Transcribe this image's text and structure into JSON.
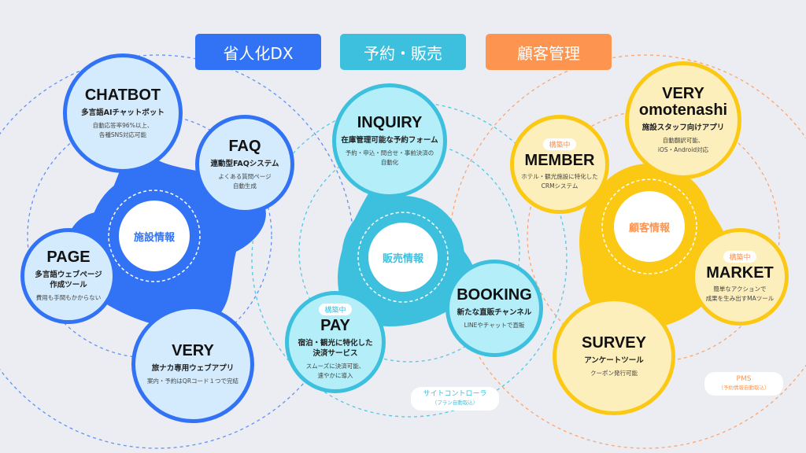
{
  "colors": {
    "blue": "#3273f6",
    "blue_light": "#d3ebfd",
    "cyan": "#3cc0de",
    "cyan_light": "#b3eef9",
    "yellow": "#fbc914",
    "yellow_light": "#fdefbc",
    "orange": "#fd9450",
    "background": "#ecedf3"
  },
  "headers": [
    {
      "label": "省人化DX"
    },
    {
      "label": "予約・販売"
    },
    {
      "label": "顧客管理"
    }
  ],
  "clusters": [
    {
      "hub_label": "施設情報",
      "nodes": [
        {
          "title": "CHATBOT",
          "subtitle": "多言語AIチャットボット",
          "description": "自動応答率96%以上、\n各種SNS対応可能",
          "badge": null
        },
        {
          "title": "FAQ",
          "subtitle": "連動型FAQシステム",
          "description": "よくある質問ページ\n自動生成",
          "badge": null
        },
        {
          "title": "PAGE",
          "subtitle": "多言語ウェブページ\n作成ツール",
          "description": "費用も手間もかからない",
          "badge": null
        },
        {
          "title": "VERY",
          "subtitle": "旅ナカ専用ウェブアプリ",
          "description": "案内・予約はQRコード１つで完結",
          "badge": null
        }
      ]
    },
    {
      "hub_label": "販売情報",
      "nodes": [
        {
          "title": "INQUIRY",
          "subtitle": "在庫管理可能な予約フォーム",
          "description": "予約・申込・問合せ・事前決済の\n自動化",
          "badge": null
        },
        {
          "title": "PAY",
          "subtitle": "宿泊・観光に特化した\n決済サービス",
          "description": "スムーズに決済可能、\n速やかに導入",
          "badge": "構築中"
        },
        {
          "title": "BOOKING",
          "subtitle": "新たな直販チャンネル",
          "description": "LINEやチャットで直販",
          "badge": null
        }
      ],
      "pill": {
        "label": "サイトコントローラ",
        "note": "（プラン自動取込）"
      }
    },
    {
      "hub_label": "顧客情報",
      "nodes": [
        {
          "title": "VERY\nomotenashi",
          "subtitle": "施設スタッフ向けアプリ",
          "description": "自動翻訳可能、\niOS・Android対応",
          "badge": null
        },
        {
          "title": "MEMBER",
          "subtitle": "",
          "description": "ホテル・観光施設に特化した\nCRMシステム",
          "badge": "構築中"
        },
        {
          "title": "MARKET",
          "subtitle": "",
          "description": "簡単なアクションで\n成果を生み出すMAツール",
          "badge": "構築中"
        },
        {
          "title": "SURVEY",
          "subtitle": "アンケートツール",
          "description": "クーポン発行可能",
          "badge": null
        }
      ],
      "pill": {
        "label": "PMS",
        "note": "（予約情報自動取込）"
      }
    }
  ]
}
